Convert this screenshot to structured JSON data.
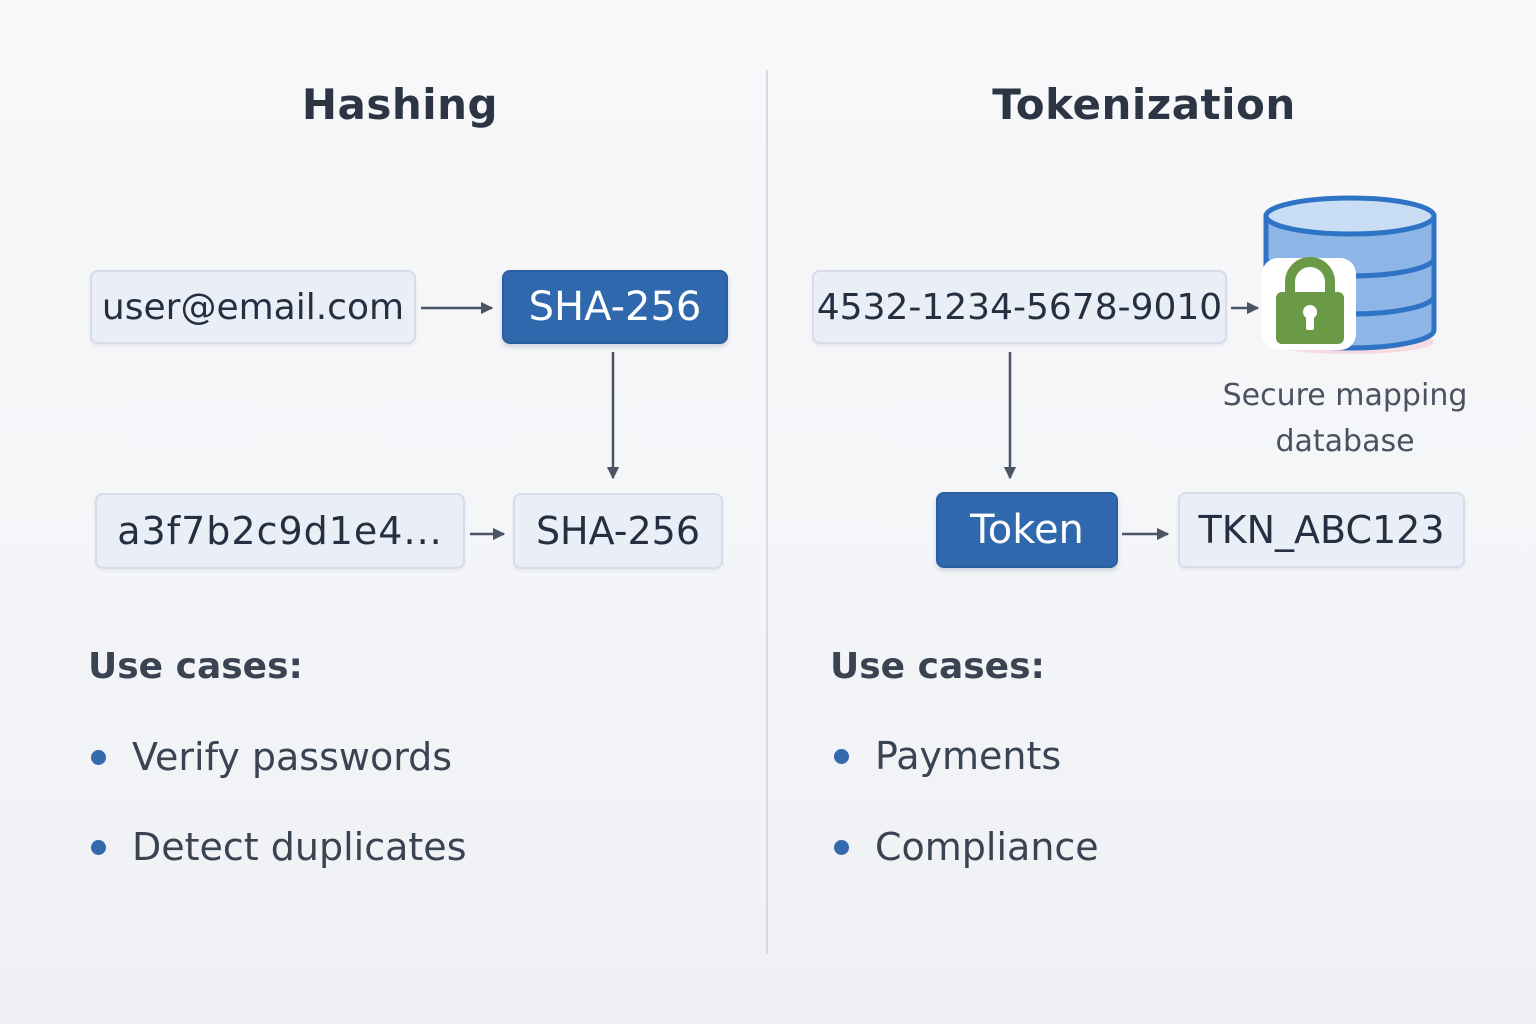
{
  "hashing": {
    "title": "Hashing",
    "input": "user@email.com",
    "algorithm": "SHA-256",
    "output": "a3f7b2c9d1e4...",
    "output_label": "SHA-256",
    "use_cases_label": "Use cases:",
    "use_cases": [
      "Verify passwords",
      "Detect duplicates"
    ]
  },
  "tokenization": {
    "title": "Tokenization",
    "input": "4532-1234-5678-9010",
    "token_label": "Token",
    "token_value": "TKN_ABC123",
    "database_caption_line1": "Secure mapping",
    "database_caption_line2": "database",
    "database_icon": "database-lock-icon",
    "use_cases_label": "Use cases:",
    "use_cases": [
      "Payments",
      "Compliance"
    ]
  },
  "colors": {
    "accent_blue": "#2f68ad",
    "box_light": "#eaeef6",
    "lock_green": "#6a9a45",
    "database_blue": "#8db6e6"
  }
}
